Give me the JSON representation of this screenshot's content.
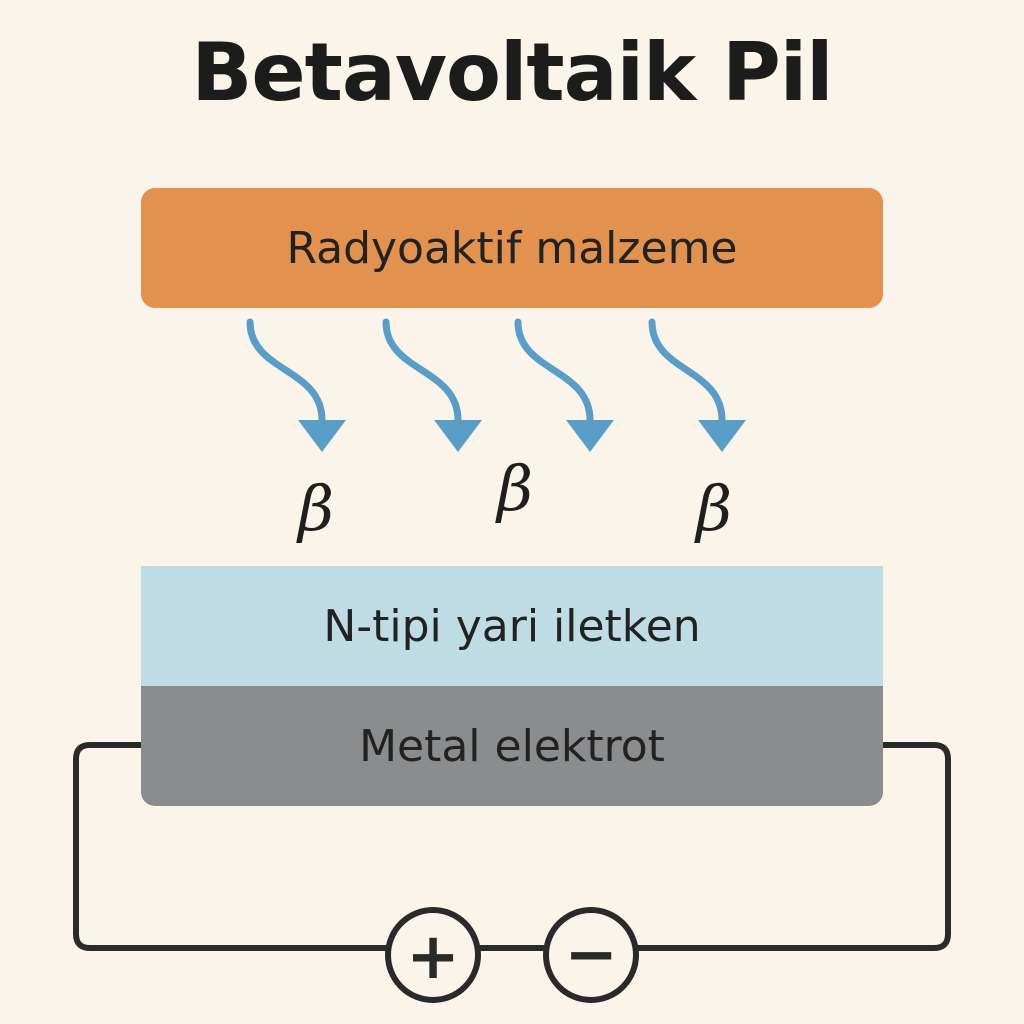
{
  "title": "Betavoltaik Pil",
  "layers": {
    "source": "Radyoaktif malzeme",
    "semiconductor": "N-tipi yari iletken",
    "electrode": "Metal elektrot"
  },
  "particle_symbol": "β",
  "terminals": {
    "positive": "+",
    "negative": "−"
  },
  "colors": {
    "background": "#fbf4ea",
    "source": "#e2914f",
    "semiconductor": "#bfdbe4",
    "electrode": "#8a8c8e",
    "arrow": "#5a9ec8",
    "wire": "#2a2a2a"
  },
  "icons": [
    "arrow-down-curved-icon",
    "plus-terminal-icon",
    "minus-terminal-icon"
  ]
}
